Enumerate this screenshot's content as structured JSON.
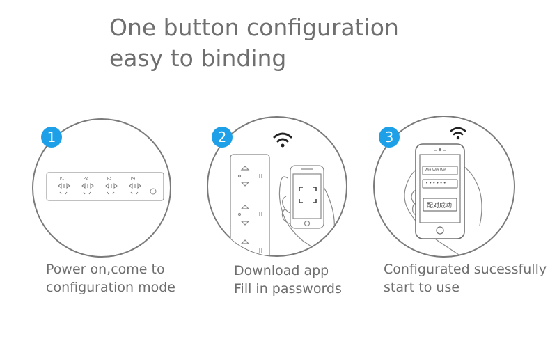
{
  "title": {
    "line1": "One button configuration",
    "line2": "easy to binding"
  },
  "accent_color": "#1ea0e8",
  "steps": [
    {
      "number": "1",
      "caption_line1": "Power on,come to",
      "caption_line2": "configuration mode",
      "socket_labels": [
        "P1",
        "P2",
        "P3",
        "P4"
      ]
    },
    {
      "number": "2",
      "caption_line1": "Download app",
      "caption_line2": "Fill in passwords",
      "icon": "wifi-icon"
    },
    {
      "number": "3",
      "caption_line1": "Configurated sucessfully",
      "caption_line2": "start to use",
      "icon": "wifi-icon",
      "phone_field1": "Wifi Wifi Wifi",
      "phone_field2": "••••••",
      "phone_button": "配对成功"
    }
  ]
}
